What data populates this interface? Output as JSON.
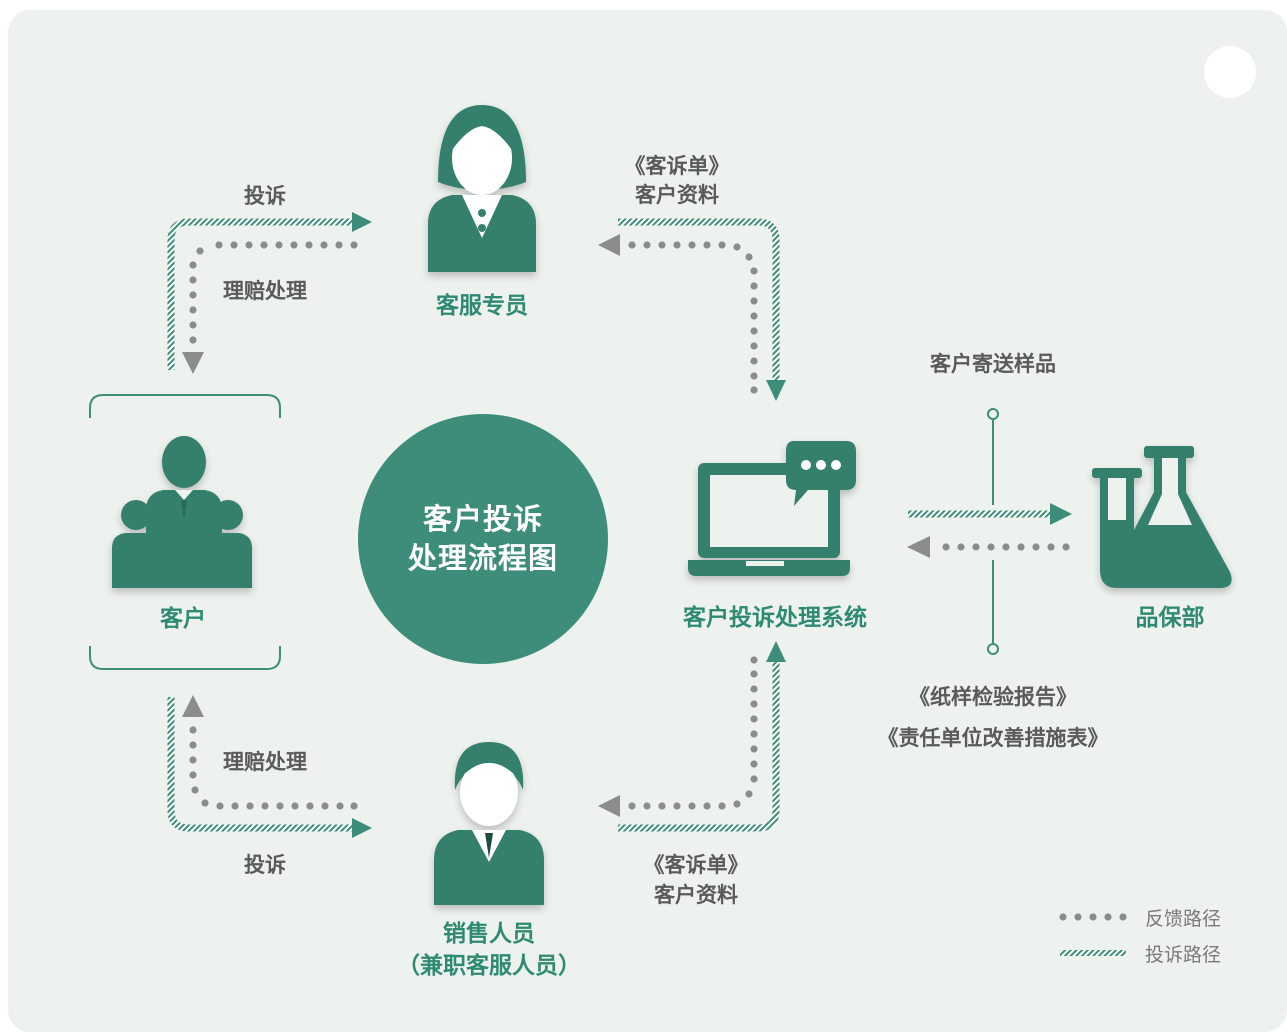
{
  "colors": {
    "primary": "#3d8d7a",
    "actor": "#36806c",
    "feedback_dots": "#8c8c8c",
    "label_gray": "#5a5a5a",
    "label_green": "#2e8a72"
  },
  "center": {
    "line1": "客户投诉",
    "line2": "处理流程图"
  },
  "nodes": {
    "customer": {
      "label": "客户",
      "icon": "group-people-icon"
    },
    "cs_specialist": {
      "label": "客服专员",
      "icon": "woman-agent-icon"
    },
    "sales": {
      "label_line1": "销售人员",
      "label_line2": "（兼职客服人员）",
      "icon": "businessman-icon"
    },
    "system": {
      "label": "客户投诉处理系统",
      "icon": "laptop-chat-icon"
    },
    "quality": {
      "label": "品保部",
      "icon": "lab-flask-icon"
    }
  },
  "edges": {
    "top_left": {
      "complaint": "投诉",
      "claim": "理赔处理"
    },
    "bottom_left": {
      "complaint": "投诉",
      "claim": "理赔处理"
    },
    "top_right": {
      "line1": "《客诉单》",
      "line2": "客户资料"
    },
    "bottom_right": {
      "line1": "《客诉单》",
      "line2": "客户资料"
    },
    "quality_top": "客户寄送样品",
    "quality_bottom": {
      "line1": "《纸样检验报告》",
      "line2": "《责任单位改善措施表》"
    }
  },
  "legend": {
    "feedback": "反馈路径",
    "complaint": "投诉路径"
  }
}
